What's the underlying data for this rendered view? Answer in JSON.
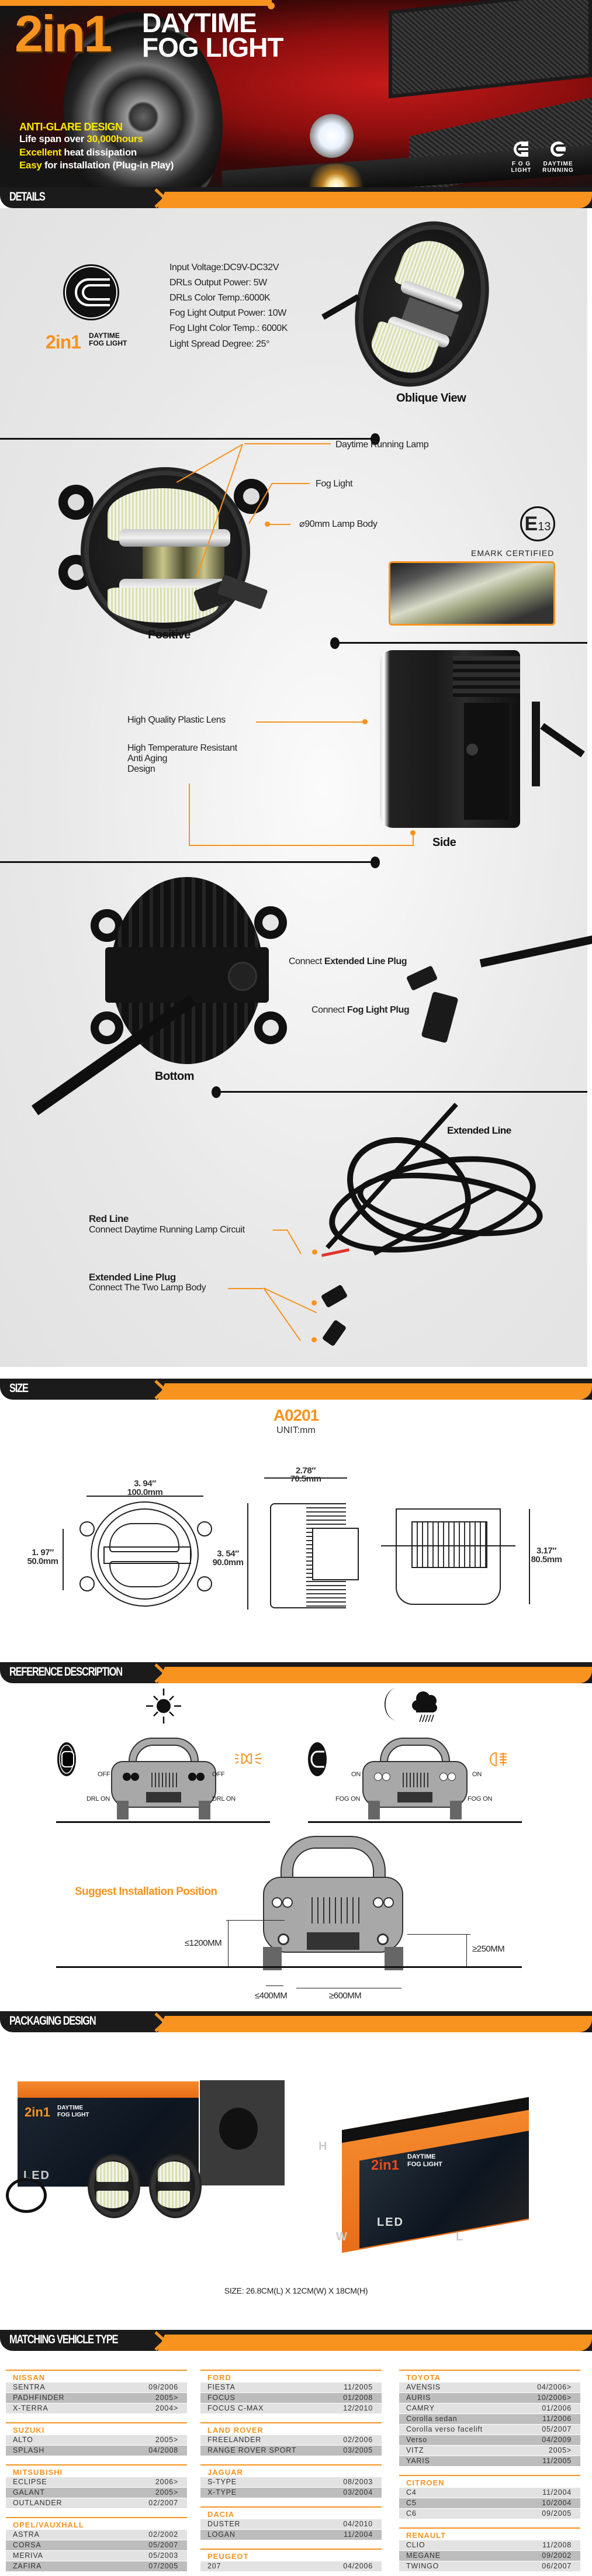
{
  "hero": {
    "title_number": "2in1",
    "title_line1": "DAYTIME",
    "title_line2": "FOG LIGHT",
    "feature_heading": "ANTI-GLARE DESIGN",
    "features": [
      {
        "prefix": "Life span over ",
        "highlight": "30,000hours",
        "suffix": ""
      },
      {
        "prefix": "",
        "highlight": "Excellent",
        "suffix": " heat dissipation"
      },
      {
        "prefix": "",
        "highlight": "Easy",
        "suffix": " for installation (Plug-in Play)"
      }
    ],
    "mode_icons": [
      {
        "icon": "fog-light-icon",
        "label_line1": "F O G",
        "label_line2": "LIGHT"
      },
      {
        "icon": "daytime-running-icon",
        "label_line1": "DAYTIME",
        "label_line2": "RUNNING"
      }
    ]
  },
  "sections": {
    "details": "DETAILS",
    "size": "SIZE",
    "reference": "REFERENCE DESCRIPTION",
    "packaging": "PACKAGING DESIGN",
    "matching": "MATCHING VEHICLE TYPE"
  },
  "details": {
    "logo_text_number": "2in1",
    "logo_text_line1": "DAYTIME",
    "logo_text_line2": "FOG LIGHT",
    "specs": [
      "Input Voltage:DC9V-DC32V",
      "DRLs Output Power: 5W",
      "DRLs Color Temp.:6000K",
      "Fog Light Output Power: 10W",
      "Fog LIght Color Temp.: 6000K",
      "Light Spread Degree: 25°"
    ],
    "oblique_label": "Oblique View",
    "positive_label": "Positive",
    "positive_callouts": [
      "Daytime Running Lamp",
      "Fog Light",
      "⌀90mm Lamp Body"
    ],
    "emark_symbol_letter": "E",
    "emark_symbol_number": "13",
    "emark_label": "EMARK CERTIFIED",
    "side_label": "Side",
    "side_callouts": [
      "High Quality Plastic Lens",
      "High Temperature Resistant",
      "Anti Aging",
      "Design"
    ],
    "bottom_label": "Bottom",
    "bottom_callouts": [
      {
        "prefix": "Connect ",
        "bold": "Extended Line Plug"
      },
      {
        "prefix": "Connect ",
        "bold": "Fog Light Plug"
      }
    ],
    "extended_line_label": "Extended Line",
    "red_line_title": "Red Line",
    "red_line_desc": "Connect Daytime Running Lamp Circuit",
    "plug_title": "Extended Line Plug",
    "plug_desc": "Connect The Two Lamp Body"
  },
  "size": {
    "model": "A0201",
    "unit": "UNIT:mm",
    "front_width_in": "3. 94″",
    "front_width_mm": "100.0mm",
    "front_height_in": "1. 97″",
    "front_height_mm": "50.0mm",
    "side_depth_in": "2.78″",
    "side_depth_mm": "70.5mm",
    "side_height_in": "3. 54″",
    "side_height_mm": "90.0mm",
    "top_height_in": "3.17″",
    "top_height_mm": "80.5mm"
  },
  "reference": {
    "day": {
      "weather_icon": "sun-icon",
      "indicator_icon": "drl-indicator-icon",
      "headlight_label": "OFF",
      "fog_label": "DRL ON"
    },
    "night": {
      "weather_icon": "moon-rain-icon",
      "indicator_icon": "fog-indicator-icon",
      "headlight_label": "ON",
      "fog_label": "FOG ON"
    },
    "suggest_title": "Suggest Installation Position",
    "max_height": "≤1200MM",
    "min_height": "≥250MM",
    "max_edge": "≤400MM",
    "min_spacing": "≥600MM"
  },
  "packaging": {
    "box_title_number": "2in1",
    "box_title_line1": "DAYTIME",
    "box_title_line2": "FOG LIGHT",
    "box_led": "LED",
    "dim_h": "H",
    "dim_w": "W",
    "dim_l": "L",
    "size_text": "SIZE: 26.8CM(L) X 12CM(W) X 18CM(H)"
  },
  "vehicles": {
    "columns": [
      [
        {
          "brand": "NISSAN",
          "models": [
            [
              "SENTRA",
              "09/2006"
            ],
            [
              "PADHFINDER",
              "2005>"
            ],
            [
              "X-TERRA",
              "2004>"
            ]
          ]
        },
        {
          "brand": "SUZUKI",
          "models": [
            [
              "ALTO",
              "2005>"
            ],
            [
              "SPLASH",
              "04/2008"
            ]
          ]
        },
        {
          "brand": "MITSUBISHI",
          "models": [
            [
              "ECLIPSE",
              "2006>"
            ],
            [
              "GALANT",
              "2005>"
            ],
            [
              "OUTLANDER",
              "02/2007"
            ]
          ]
        },
        {
          "brand": "OPEL/VAUXHALL",
          "models": [
            [
              "ASTRA",
              "02/2002"
            ],
            [
              "CORSA",
              "05/2007"
            ],
            [
              "MERIVA",
              "05/2003"
            ],
            [
              "ZAFIRA",
              "07/2005"
            ]
          ]
        }
      ],
      [
        {
          "brand": "FORD",
          "models": [
            [
              "FIESTA",
              "11/2005"
            ],
            [
              "FOCUS",
              "01/2008"
            ],
            [
              "FOCUS C-MAX",
              "12/2010"
            ]
          ]
        },
        {
          "brand": "LAND ROVER",
          "models": [
            [
              "FREELANDER",
              "02/2006"
            ],
            [
              "RANGE ROVER SPORT",
              "03/2005"
            ]
          ]
        },
        {
          "brand": "JAGUAR",
          "models": [
            [
              "S-TYPE",
              "08/2003"
            ],
            [
              "X-TYPE",
              "03/2004"
            ]
          ]
        },
        {
          "brand": "DACIA",
          "models": [
            [
              "DUSTER",
              "04/2010"
            ],
            [
              "LOGAN",
              "11/2004"
            ]
          ]
        },
        {
          "brand": "PEUGEOT",
          "models": [
            [
              "207",
              "04/2006"
            ]
          ]
        }
      ],
      [
        {
          "brand": "TOYOTA",
          "models": [
            [
              "AVENSIS",
              "04/2006>"
            ],
            [
              "AURIS",
              "10/2006>"
            ],
            [
              "CAMRY",
              "01/2006"
            ],
            [
              "Corolla sedan",
              "11/2006"
            ],
            [
              "Corolla verso facelift",
              "05/2007"
            ],
            [
              "Verso",
              "04/2009"
            ],
            [
              "VITZ",
              "2005>"
            ],
            [
              "YARIS",
              "11/2005"
            ]
          ]
        },
        {
          "brand": "CITROEN",
          "models": [
            [
              "C4",
              "11/2004"
            ],
            [
              "C5",
              "10/2004"
            ],
            [
              "C6",
              "09/2005"
            ]
          ]
        },
        {
          "brand": "RENAULT",
          "models": [
            [
              "CLIO",
              "11/2008"
            ],
            [
              "MEGANE",
              "09/2002"
            ],
            [
              "TWINGO",
              "06/2007"
            ]
          ]
        }
      ]
    ]
  }
}
